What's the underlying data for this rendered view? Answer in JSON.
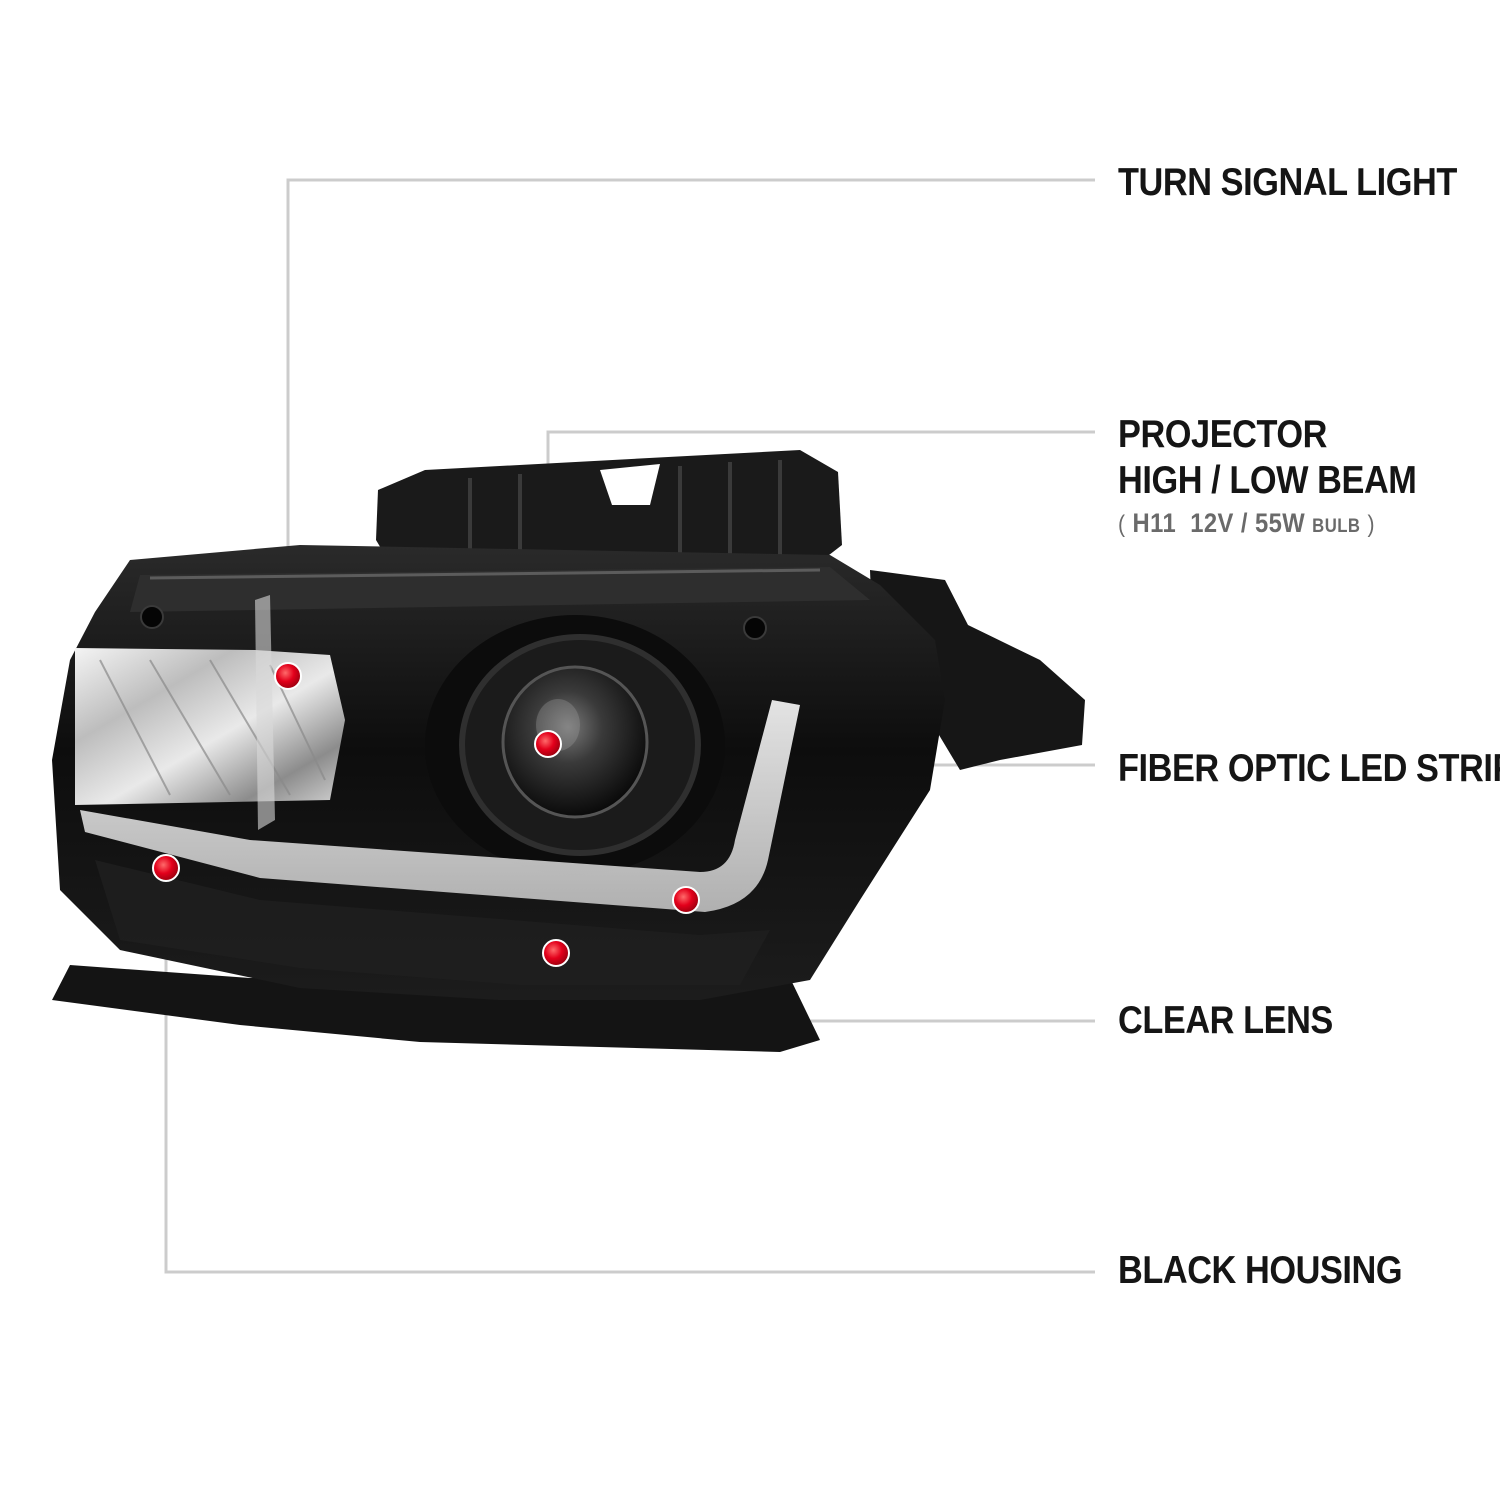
{
  "callouts": {
    "turn_signal": "TURN SIGNAL LIGHT",
    "projector_line1": "PROJECTOR",
    "projector_line2": "HIGH / LOW BEAM",
    "bulb_spec": {
      "open": "(",
      "type": "H11",
      "rating": "12V / 55W",
      "unit": "BULB",
      "close": ")"
    },
    "fiber_optic": "FIBER OPTIC LED STRIP",
    "clear_lens": "CLEAR LENS",
    "black_housing": "BLACK HOUSING"
  },
  "colors": {
    "marker": "#e3001b",
    "leader_line": "#cccccc",
    "housing": "#151515",
    "text": "#151515"
  }
}
